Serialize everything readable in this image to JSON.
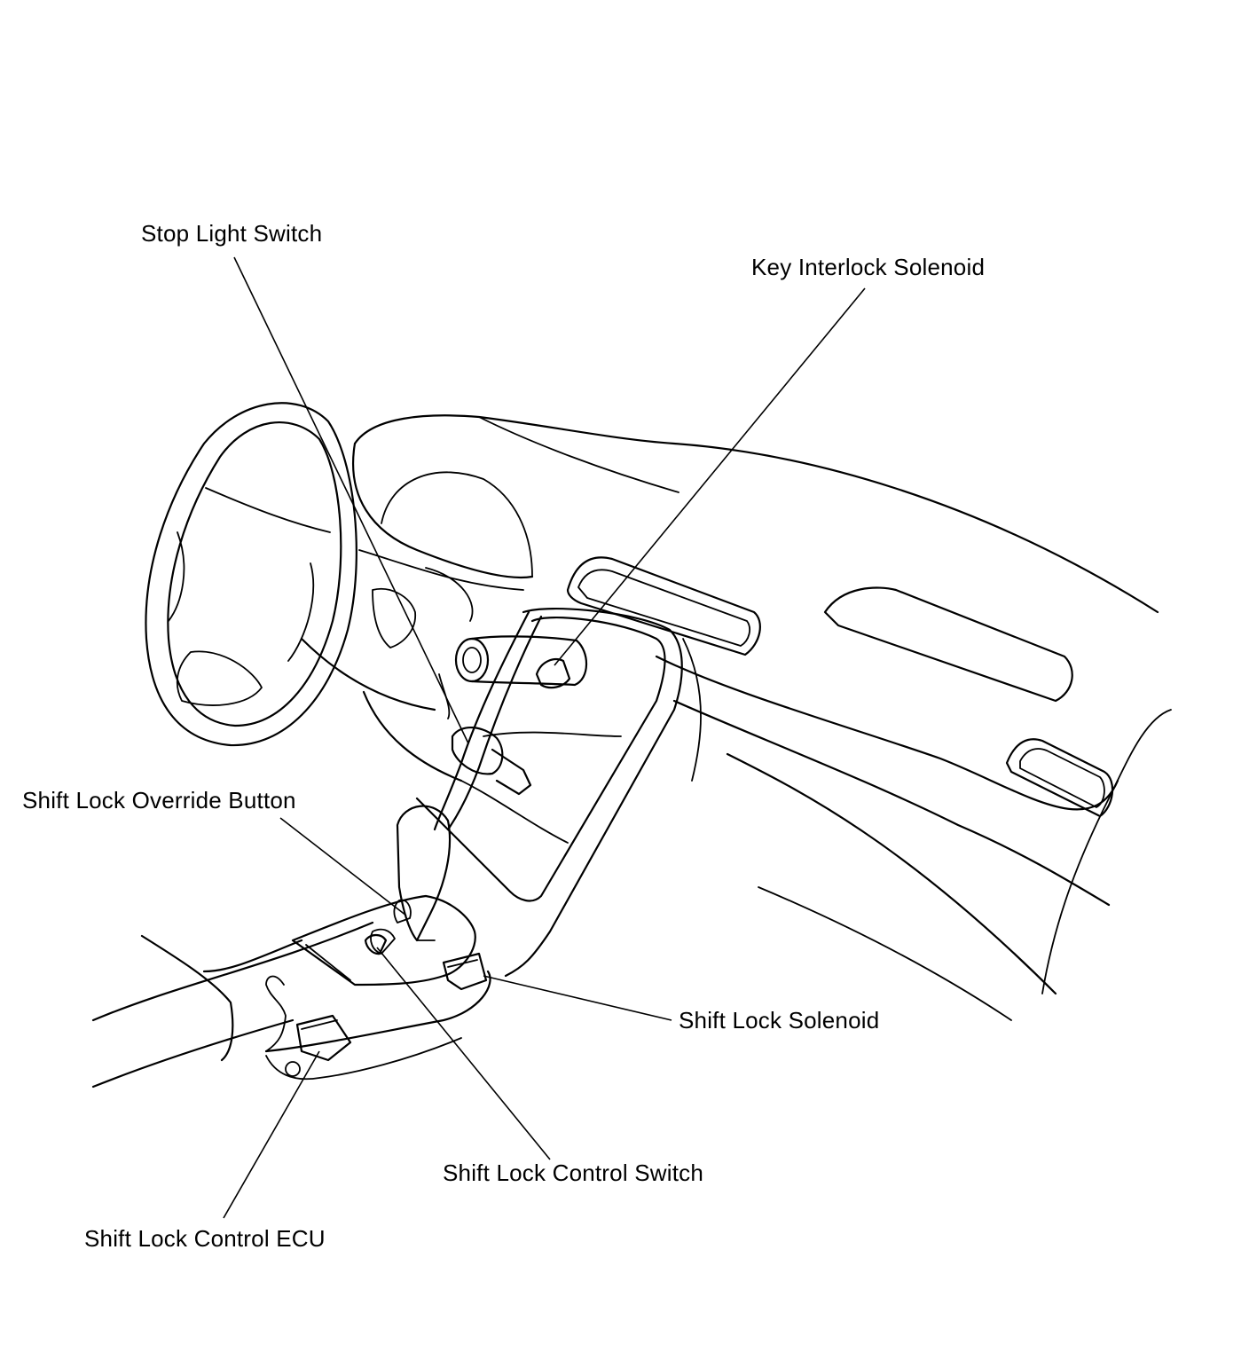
{
  "labels": {
    "stop_light_switch": "Stop Light Switch",
    "key_interlock_solenoid": "Key Interlock Solenoid",
    "shift_lock_override_button": "Shift Lock Override Button",
    "shift_lock_solenoid": "Shift Lock Solenoid",
    "shift_lock_control_switch": "Shift Lock Control Switch",
    "shift_lock_control_ecu": "Shift Lock Control ECU"
  },
  "colors": {
    "line": "#000000",
    "background": "#ffffff"
  }
}
